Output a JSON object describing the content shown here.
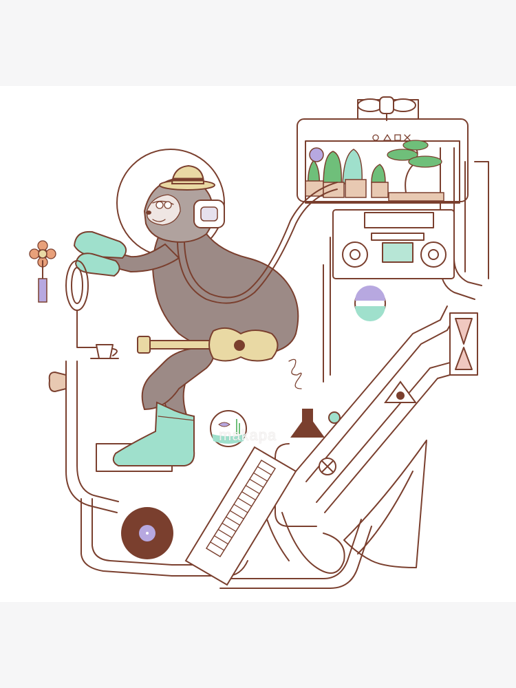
{
  "artwork": {
    "watermark": "makapa",
    "subject": [
      "sloth-astronaut",
      "machine",
      "plants",
      "bonsai",
      "boombox",
      "ukulele",
      "keyboard",
      "vinyl-record",
      "fishbowl",
      "hourglass",
      "propeller",
      "flower",
      "coffee-cup",
      "flask"
    ],
    "colors": {
      "line": "#7a3f2e",
      "fur": "#9c8a86",
      "mint": "#9fe0cc",
      "hat": "#e9d9a4",
      "lavender": "#b7a8e0",
      "green": "#6fbf7a",
      "flower": "#e8a07a",
      "background": "#ffffff",
      "frame": "#f6f6f7"
    }
  }
}
